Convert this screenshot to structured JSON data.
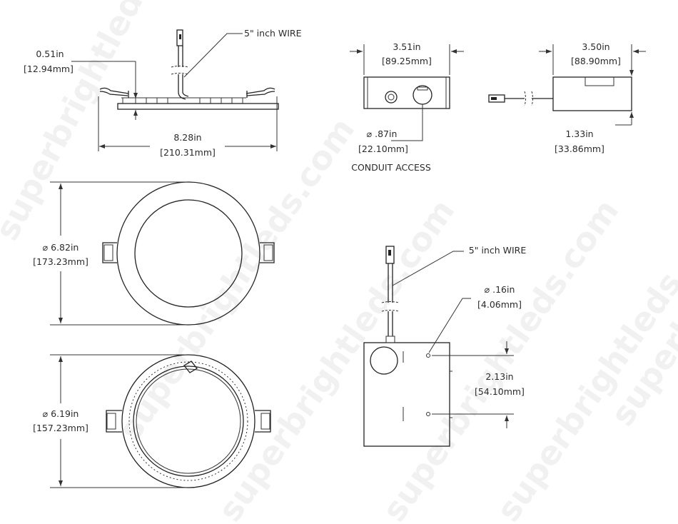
{
  "watermark": "superbrightleds.com",
  "side_view": {
    "thickness_in": "0.51in",
    "thickness_mm": "[12.94mm]",
    "wire_label": "5\" inch WIRE",
    "width_in": "8.28in",
    "width_mm": "[210.31mm]"
  },
  "junction_box_front": {
    "width_in": "3.51in",
    "width_mm": "[89.25mm]",
    "conduit_in": "⌀ .87in",
    "conduit_mm": "[22.10mm]",
    "conduit_label": "CONDUIT ACCESS"
  },
  "junction_box_side": {
    "width_in": "3.50in",
    "width_mm": "[88.90mm]",
    "height_in": "1.33in",
    "height_mm": "[33.86mm]"
  },
  "top_view": {
    "diameter_in": "⌀ 6.82in",
    "diameter_mm": "[173.23mm]"
  },
  "bottom_view": {
    "diameter_in": "⌀ 6.19in",
    "diameter_mm": "[157.23mm]"
  },
  "junction_box_top": {
    "wire_label": "5\" inch WIRE",
    "hole_in": "⌀ .16in",
    "hole_mm": "[4.06mm]",
    "spacing_in": "2.13in",
    "spacing_mm": "[54.10mm]"
  }
}
